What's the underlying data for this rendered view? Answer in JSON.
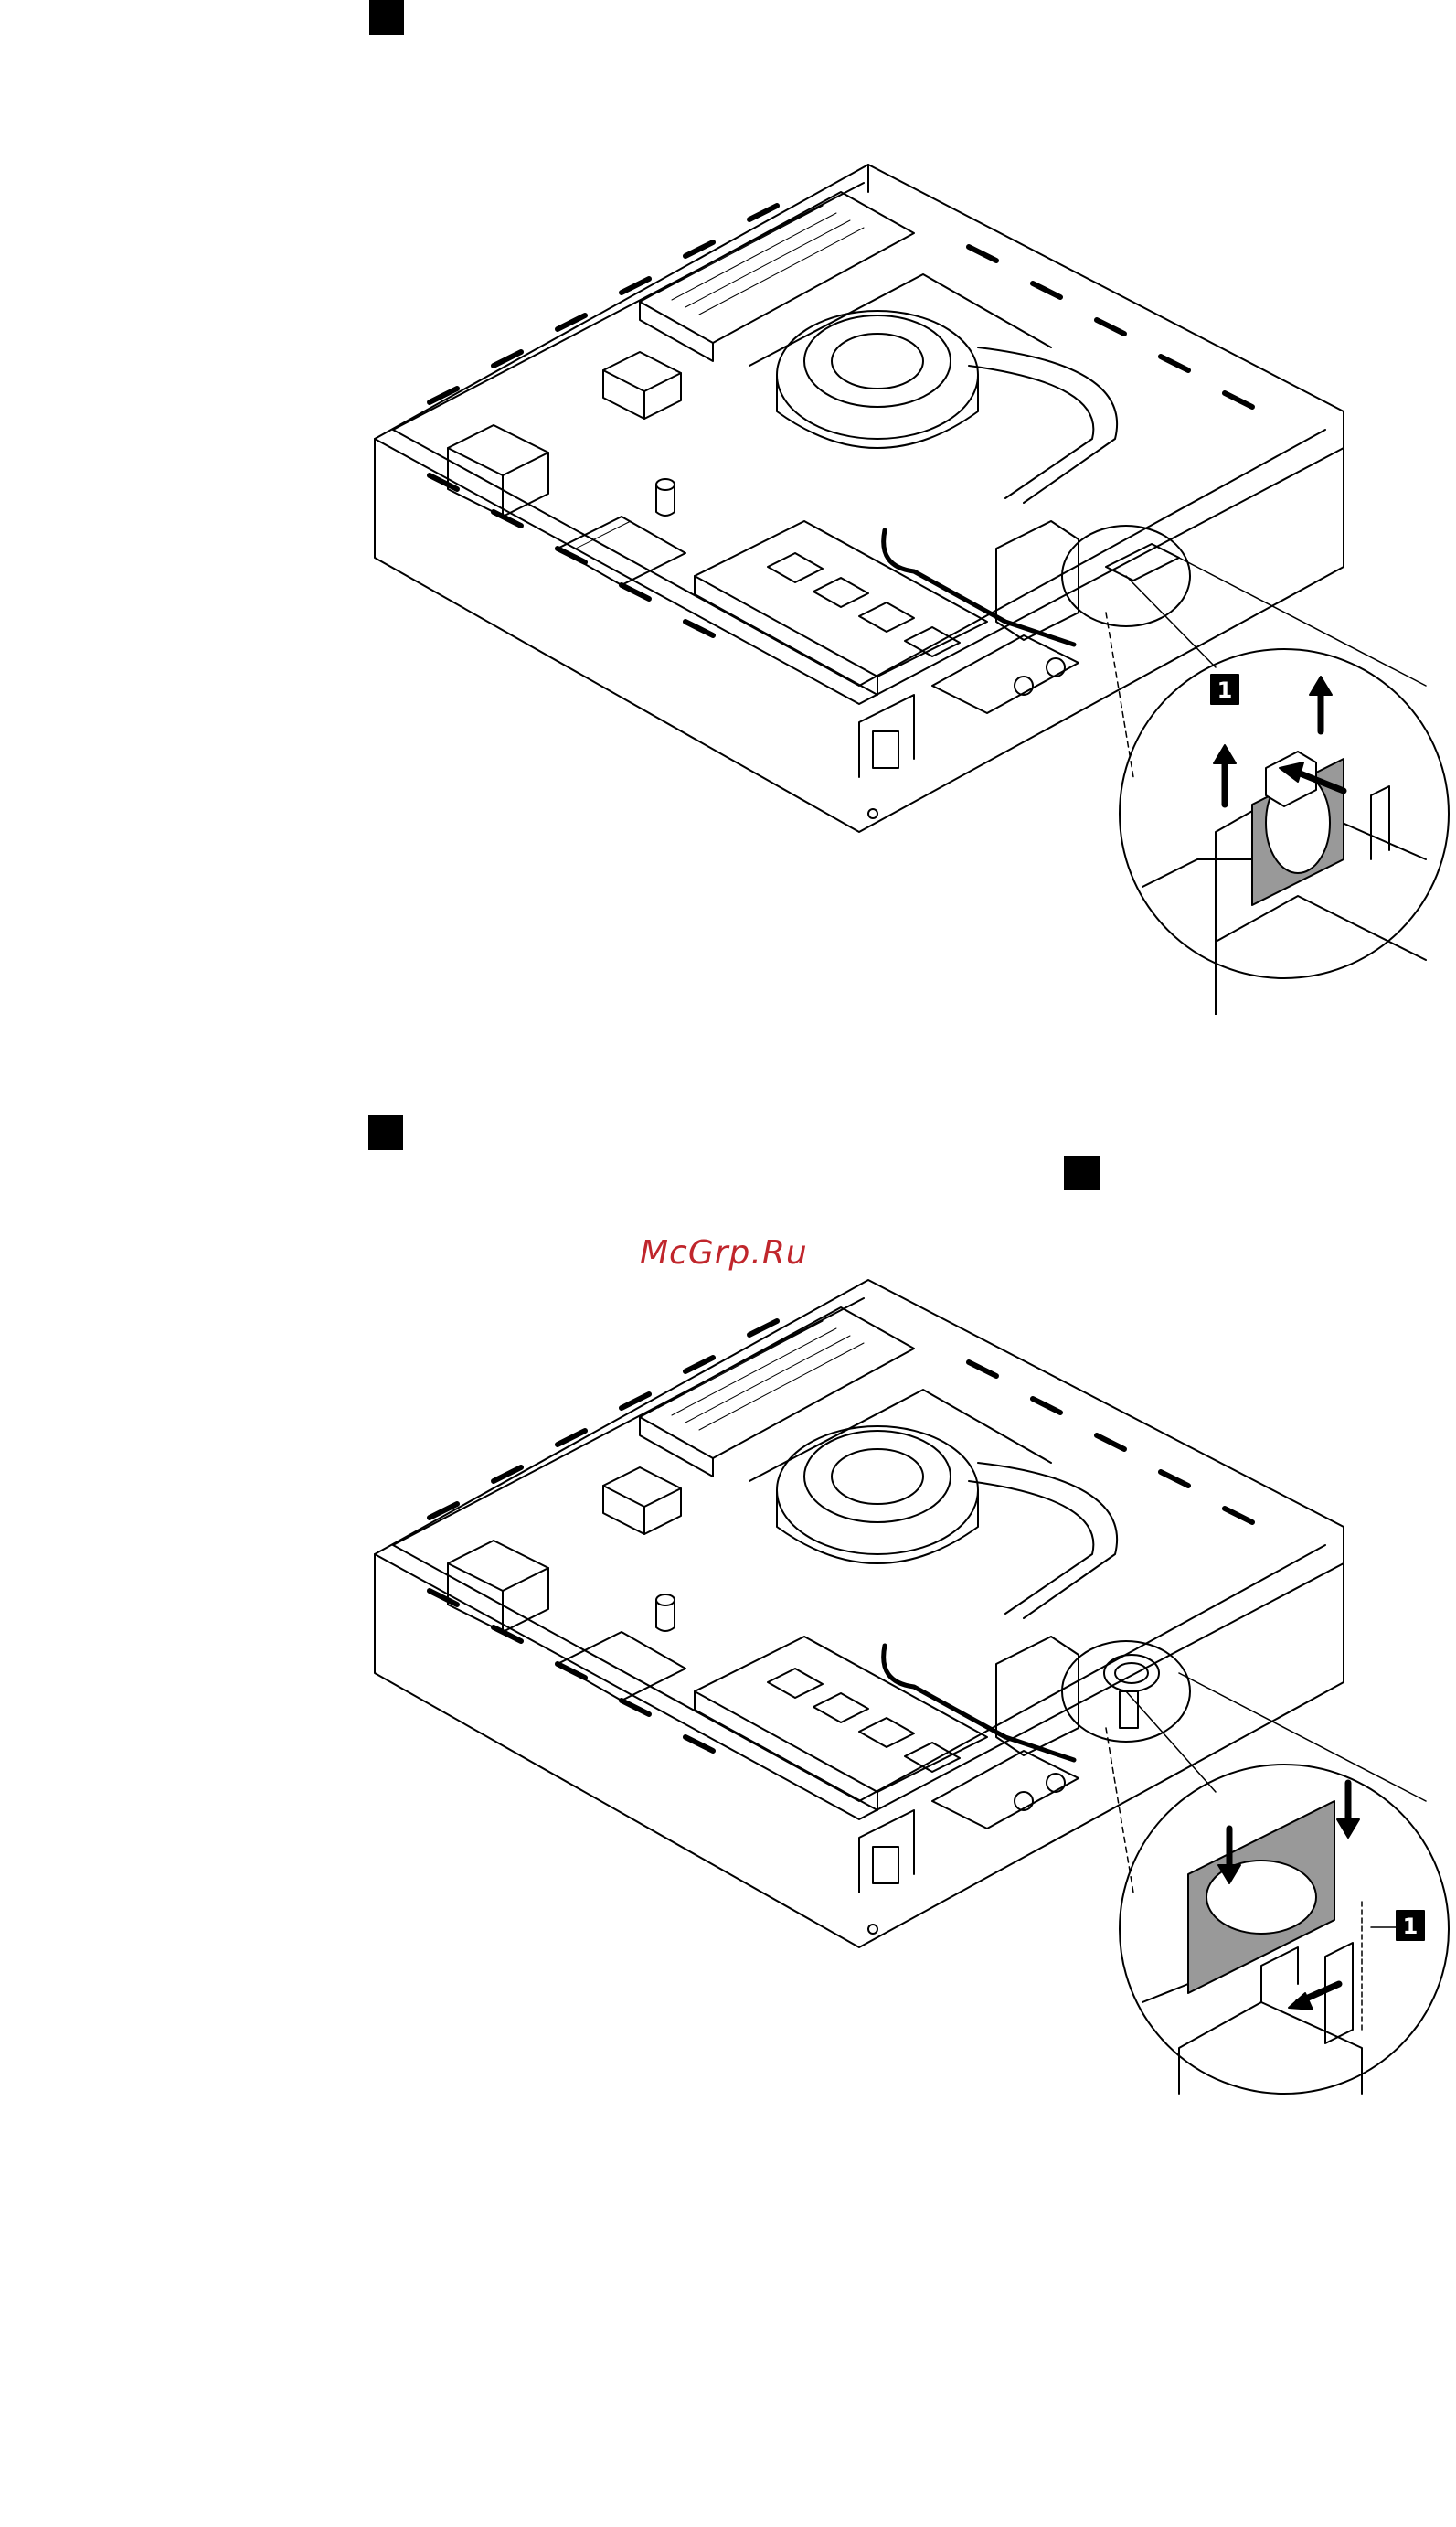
{
  "watermark": {
    "text": "McGrp.Ru",
    "color": "#c0262c"
  },
  "figures": [
    {
      "callout_label": "1",
      "arrow_direction": "up"
    },
    {
      "callout_label": "1",
      "arrow_direction": "down"
    }
  ],
  "colors": {
    "line": "#000000",
    "speaker_fill": "#999999",
    "marker": "#000000"
  }
}
